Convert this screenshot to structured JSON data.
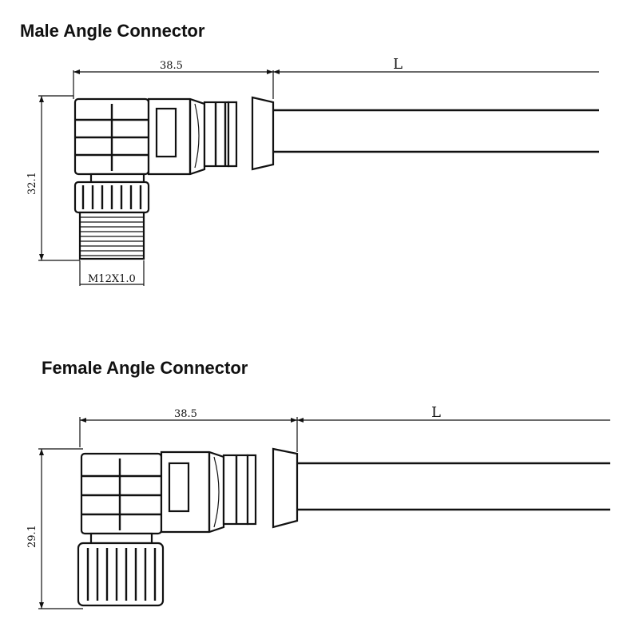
{
  "male": {
    "title": "Male Angle Connector",
    "dim_length": "38.5",
    "dim_cable": "L",
    "dim_height": "32.1",
    "thread_label": "M12X1.0"
  },
  "female": {
    "title": "Female Angle Connector",
    "dim_length": "38.5",
    "dim_cable": "L",
    "dim_height": "29.1"
  }
}
